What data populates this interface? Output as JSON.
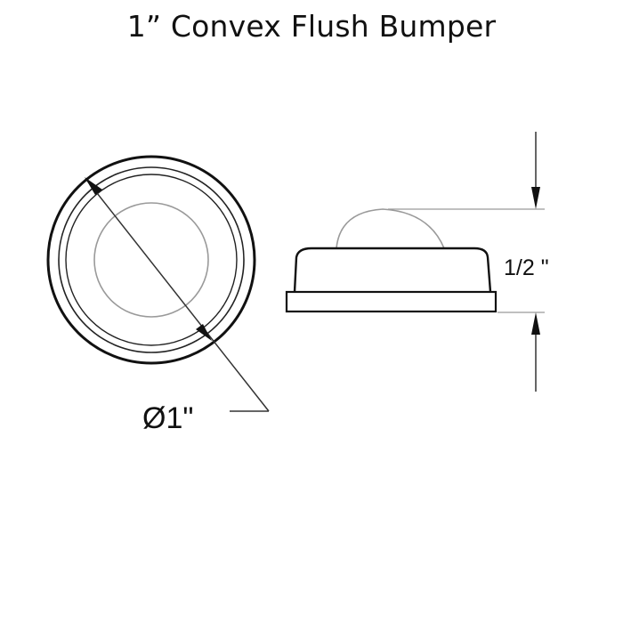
{
  "title": "1” Convex Flush Bumper",
  "dimensions": {
    "diameter_label": "Ø1\"",
    "height_label": "1/2 \""
  },
  "colors": {
    "line": "#111111",
    "dim_line": "#333333",
    "light_line": "#9a9a9a",
    "background": "#ffffff"
  }
}
